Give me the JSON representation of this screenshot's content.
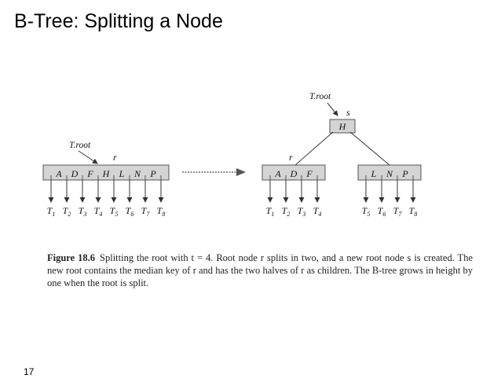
{
  "slide": {
    "title": "B-Tree: Splitting a Node",
    "number": "17"
  },
  "diagram": {
    "before": {
      "root_label": "T.root",
      "pointer_label": "r",
      "keys": [
        "A",
        "D",
        "F",
        "H",
        "L",
        "N",
        "P"
      ],
      "children": [
        "T1",
        "T2",
        "T3",
        "T4",
        "T5",
        "T6",
        "T7",
        "T8"
      ]
    },
    "after": {
      "root_label": "T.root",
      "pointer_label": "s",
      "root_keys": [
        "H"
      ],
      "left": {
        "pointer_label": "r",
        "keys": [
          "A",
          "D",
          "F"
        ],
        "children": [
          "T1",
          "T2",
          "T3",
          "T4"
        ]
      },
      "right": {
        "keys": [
          "L",
          "N",
          "P"
        ],
        "children": [
          "T5",
          "T6",
          "T7",
          "T8"
        ]
      }
    }
  },
  "caption": {
    "label": "Figure 18.6",
    "text": "Splitting the root with t = 4. Root node r splits in two, and a new root node s is created. The new root contains the median key of r and has the two halves of r as children. The B-tree grows in height by one when the root is split."
  },
  "colors": {
    "node_fill": "#d4d4d4",
    "node_border": "#555555",
    "arrow": "#333333"
  }
}
